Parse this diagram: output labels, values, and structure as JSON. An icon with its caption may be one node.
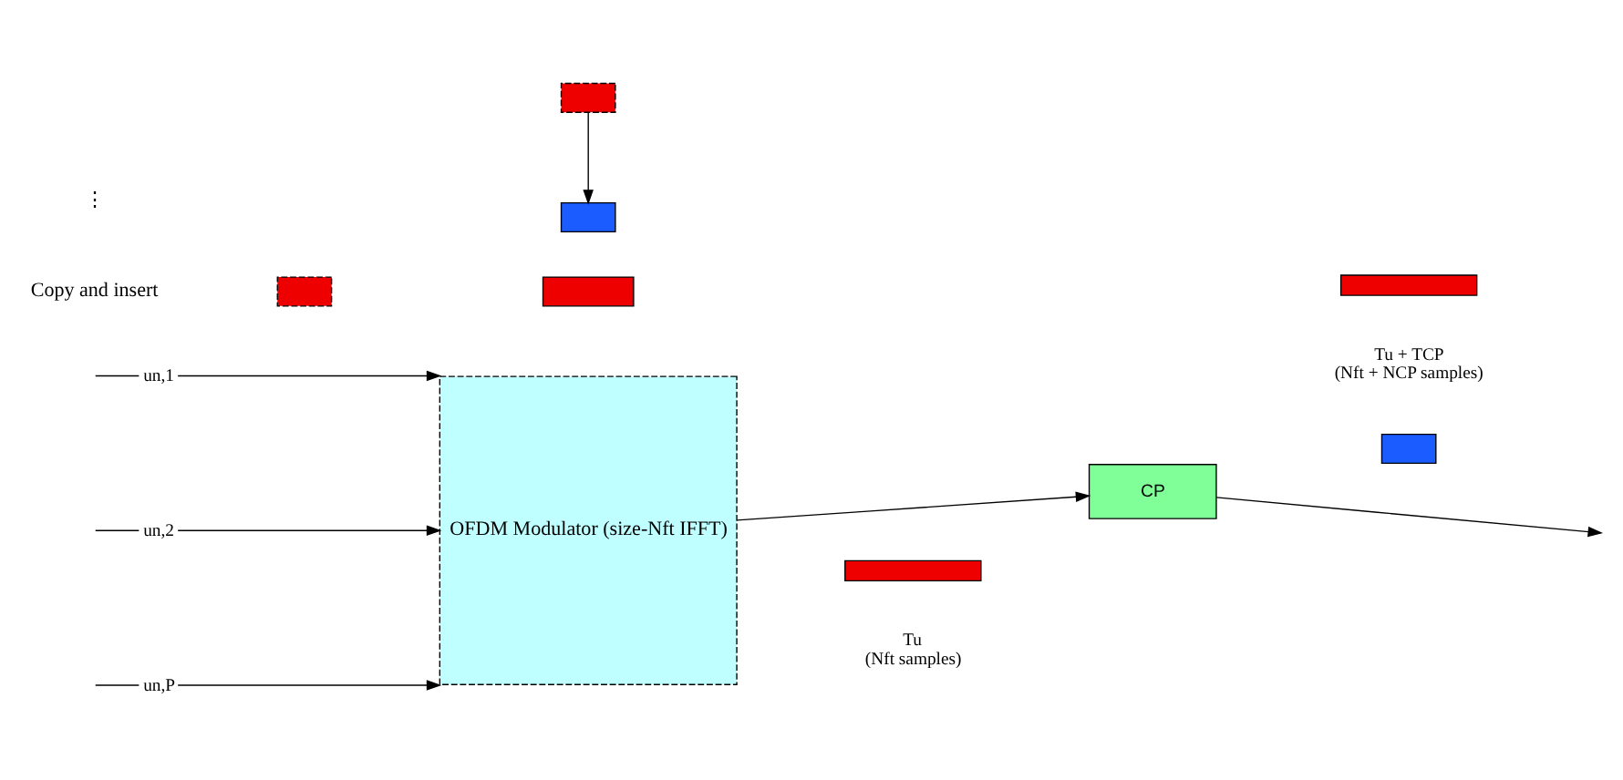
{
  "diagram": {
    "nodes": [
      {
        "text": [
          "OFDM Modulator (size-Nft IFFT)"
        ]
      },
      {
        "text": [
          "CP"
        ]
      },
      {
        "text": [],
        "shape": "bar",
        "beside": [
          "Tu",
          "(Nft samples)"
        ]
      },
      {
        "text": [],
        "shape": "box"
      },
      {
        "text": [],
        "shape": "box"
      },
      {
        "text": [],
        "shape": "box"
      },
      {
        "text": [],
        "shape": "box"
      },
      {
        "text": [],
        "shape": "box"
      },
      {
        "text": [],
        "shape": "bar",
        "beside": [
          "Tu + TCP",
          "(Nft + NCP samples)"
        ]
      }
    ],
    "edges": [
      {
        "from": null,
        "to": 0,
        "arrow": "to",
        "label": "un,1"
      },
      {
        "from": null,
        "to": 0,
        "arrow": "to",
        "label": "un,2"
      },
      {
        "from": null,
        "to": 0,
        "arrow": "to",
        "label": "un,P"
      },
      {
        "from": 0,
        "to": 1,
        "arrow": "to"
      },
      {
        "from": 1,
        "to": null,
        "arrow": "to"
      },
      {
        "from": 6,
        "to": 4,
        "arrow": "to"
      }
    ],
    "labels": [
      "Copy and insert",
      "⋮"
    ]
  }
}
